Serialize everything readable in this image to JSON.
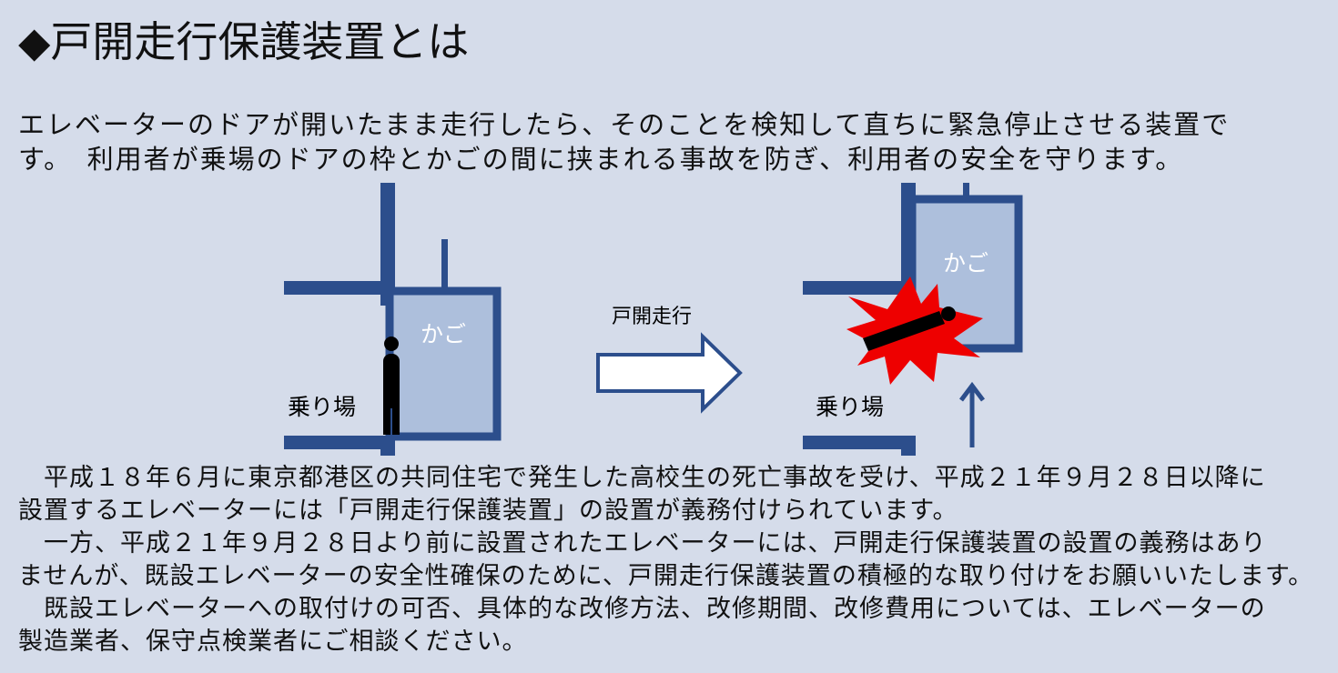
{
  "title": "◆戸開走行保護装置とは",
  "intro": [
    "エレベーターのドアが開いたまま走行したら、そのことを検知して直ちに緊急停止させる装置で",
    "す。　利用者が乗場のドアの枠とかごの間に挟まれる事故を防ぎ、利用者の安全を守ります。"
  ],
  "diagram": {
    "left_car_label": "かご",
    "left_landing_label": "乗り場",
    "arrow_label": "戸開走行",
    "right_car_label": "かご",
    "right_landing_label": "乗り場"
  },
  "colors": {
    "background": "#d5dcea",
    "wall": "#2c4e8c",
    "car_fill": "#adbfdc",
    "burst": "#ee0000"
  },
  "body": [
    "　平成１８年６月に東京都港区の共同住宅で発生した高校生の死亡事故を受け、平成２１年９月２８日以降に",
    "設置するエレベーターには「戸開走行保護装置」の設置が義務付けられています。",
    "　一方、平成２１年９月２８日より前に設置されたエレベーターには、戸開走行保護装置の設置の義務はあり",
    "ませんが、既設エレベーターの安全性確保のために、戸開走行保護装置の積極的な取り付けをお願いいたします。",
    "　既設エレベーターへの取付けの可否、具体的な改修方法、改修期間、改修費用については、エレベーターの",
    "製造業者、保守点検業者にご相談ください。"
  ]
}
